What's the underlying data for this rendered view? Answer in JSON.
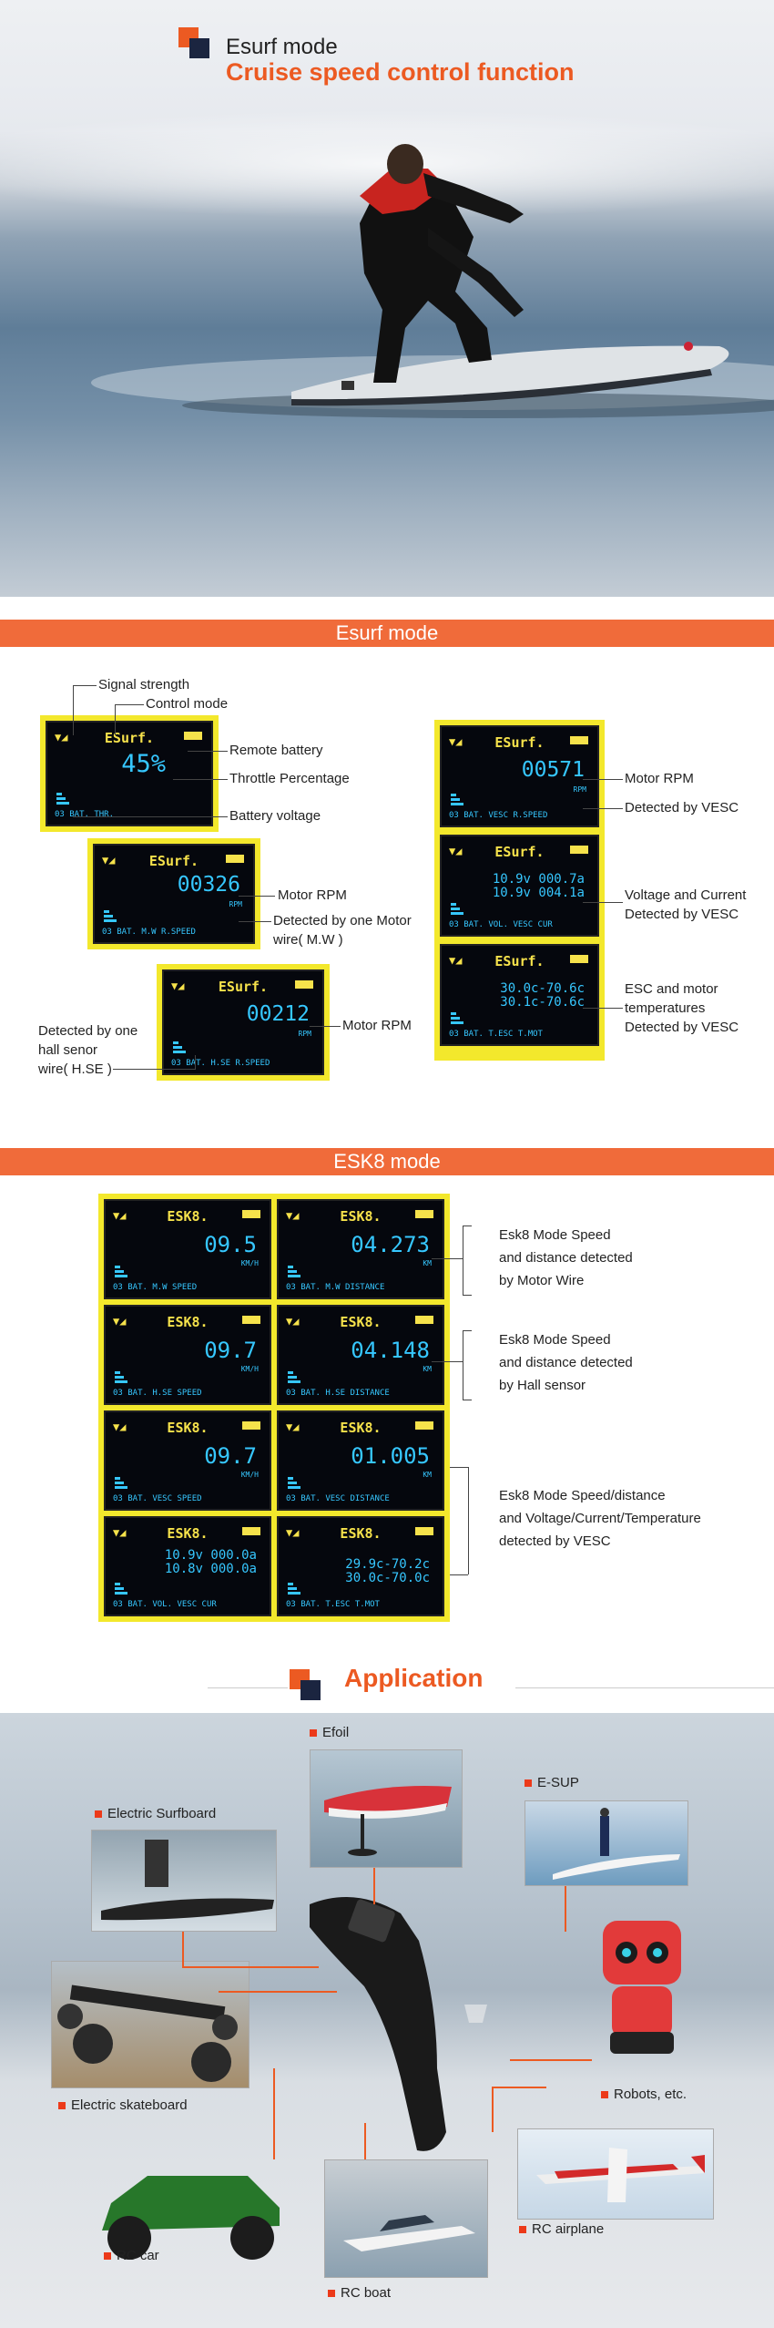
{
  "hero": {
    "title": "Esurf mode",
    "subtitle": "Cruise speed control function"
  },
  "esurf": {
    "bar": "Esurf mode",
    "screens": [
      {
        "mode": "ESurf.",
        "value": "45%",
        "unit": "",
        "foot": "03 BAT.        THR."
      },
      {
        "mode": "ESurf.",
        "value": "00326",
        "unit": "RPM",
        "foot": "03 BAT. M.W R.SPEED"
      },
      {
        "mode": "ESurf.",
        "value": "00212",
        "unit": "RPM",
        "foot": "03 BAT. H.SE R.SPEED"
      },
      {
        "mode": "ESurf.",
        "value": "00571",
        "unit": "RPM",
        "foot": "03 BAT. VESC R.SPEED"
      },
      {
        "mode": "ESurf.",
        "line1": "10.9v 000.7a",
        "line2": "10.9v 004.1a",
        "foot": "03 BAT. VOL. VESC CUR"
      },
      {
        "mode": "ESurf.",
        "line1": "30.0c-70.6c",
        "line2": "30.1c-70.6c",
        "foot": "03 BAT. T.ESC   T.MOT"
      }
    ],
    "labels": {
      "signal": "Signal strength",
      "control": "Control mode",
      "remote": "Remote battery",
      "throttle": "Throttle Percentage",
      "battery": "Battery voltage",
      "rpm1": "Motor RPM",
      "mw1": "Detected by one Motor",
      "mw2": "wire( M.W )",
      "rpm2": "Motor RPM",
      "hs1": "Detected by one",
      "hs2": "hall senor",
      "hs3": "wire( H.SE )",
      "rpm3": "Motor RPM",
      "vesc": "Detected by VESC",
      "vc1": "Voltage and Current",
      "vc2": "Detected by VESC",
      "t1": "ESC and motor",
      "t2": "temperatures",
      "t3": "Detected by VESC"
    }
  },
  "esk8": {
    "bar": "ESK8 mode",
    "screens": [
      {
        "mode": "ESK8.",
        "value": "09.5",
        "unit": "KM/H",
        "foot": "03 BAT. M.W SPEED"
      },
      {
        "mode": "ESK8.",
        "value": "04.273",
        "unit": "KM",
        "foot": "03 BAT. M.W DISTANCE"
      },
      {
        "mode": "ESK8.",
        "value": "09.7",
        "unit": "KM/H",
        "foot": "03 BAT. H.SE SPEED"
      },
      {
        "mode": "ESK8.",
        "value": "04.148",
        "unit": "KM",
        "foot": "03 BAT. H.SE DISTANCE"
      },
      {
        "mode": "ESK8.",
        "value": "09.7",
        "unit": "KM/H",
        "foot": "03 BAT. VESC SPEED"
      },
      {
        "mode": "ESK8.",
        "value": "01.005",
        "unit": "KM",
        "foot": "03 BAT. VESC DISTANCE"
      },
      {
        "mode": "ESK8.",
        "line1": "10.9v 000.0a",
        "line2": "10.8v 000.0a",
        "foot": "03 BAT. VOL. VESC CUR"
      },
      {
        "mode": "ESK8.",
        "line1": "29.9c-70.2c",
        "line2": "30.0c-70.0c",
        "foot": "03 BAT. T.ESC   T.MOT"
      }
    ],
    "labels": {
      "a1": "Esk8 Mode Speed",
      "a2": "and distance detected",
      "a3": "by Motor Wire",
      "b1": "Esk8 Mode Speed",
      "b2": "and distance detected",
      "b3": "by Hall sensor",
      "c1": "Esk8 Mode Speed/distance",
      "c2": "and Voltage/Current/Temperature",
      "c3": "detected by VESC"
    }
  },
  "application": {
    "title": "Application",
    "items": {
      "efoil": "Efoil",
      "esup": "E-SUP",
      "surf": "Electric Surfboard",
      "skate": "Electric skateboard",
      "robots": "Robots, etc.",
      "car": "RC car",
      "boat": "RC boat",
      "airplane": "RC airplane"
    }
  },
  "colors": {
    "accent": "#ec5a22",
    "navy": "#1b2540",
    "lcd_yellow": "#f3e82c",
    "lcd_cyan": "#36c7ff"
  }
}
